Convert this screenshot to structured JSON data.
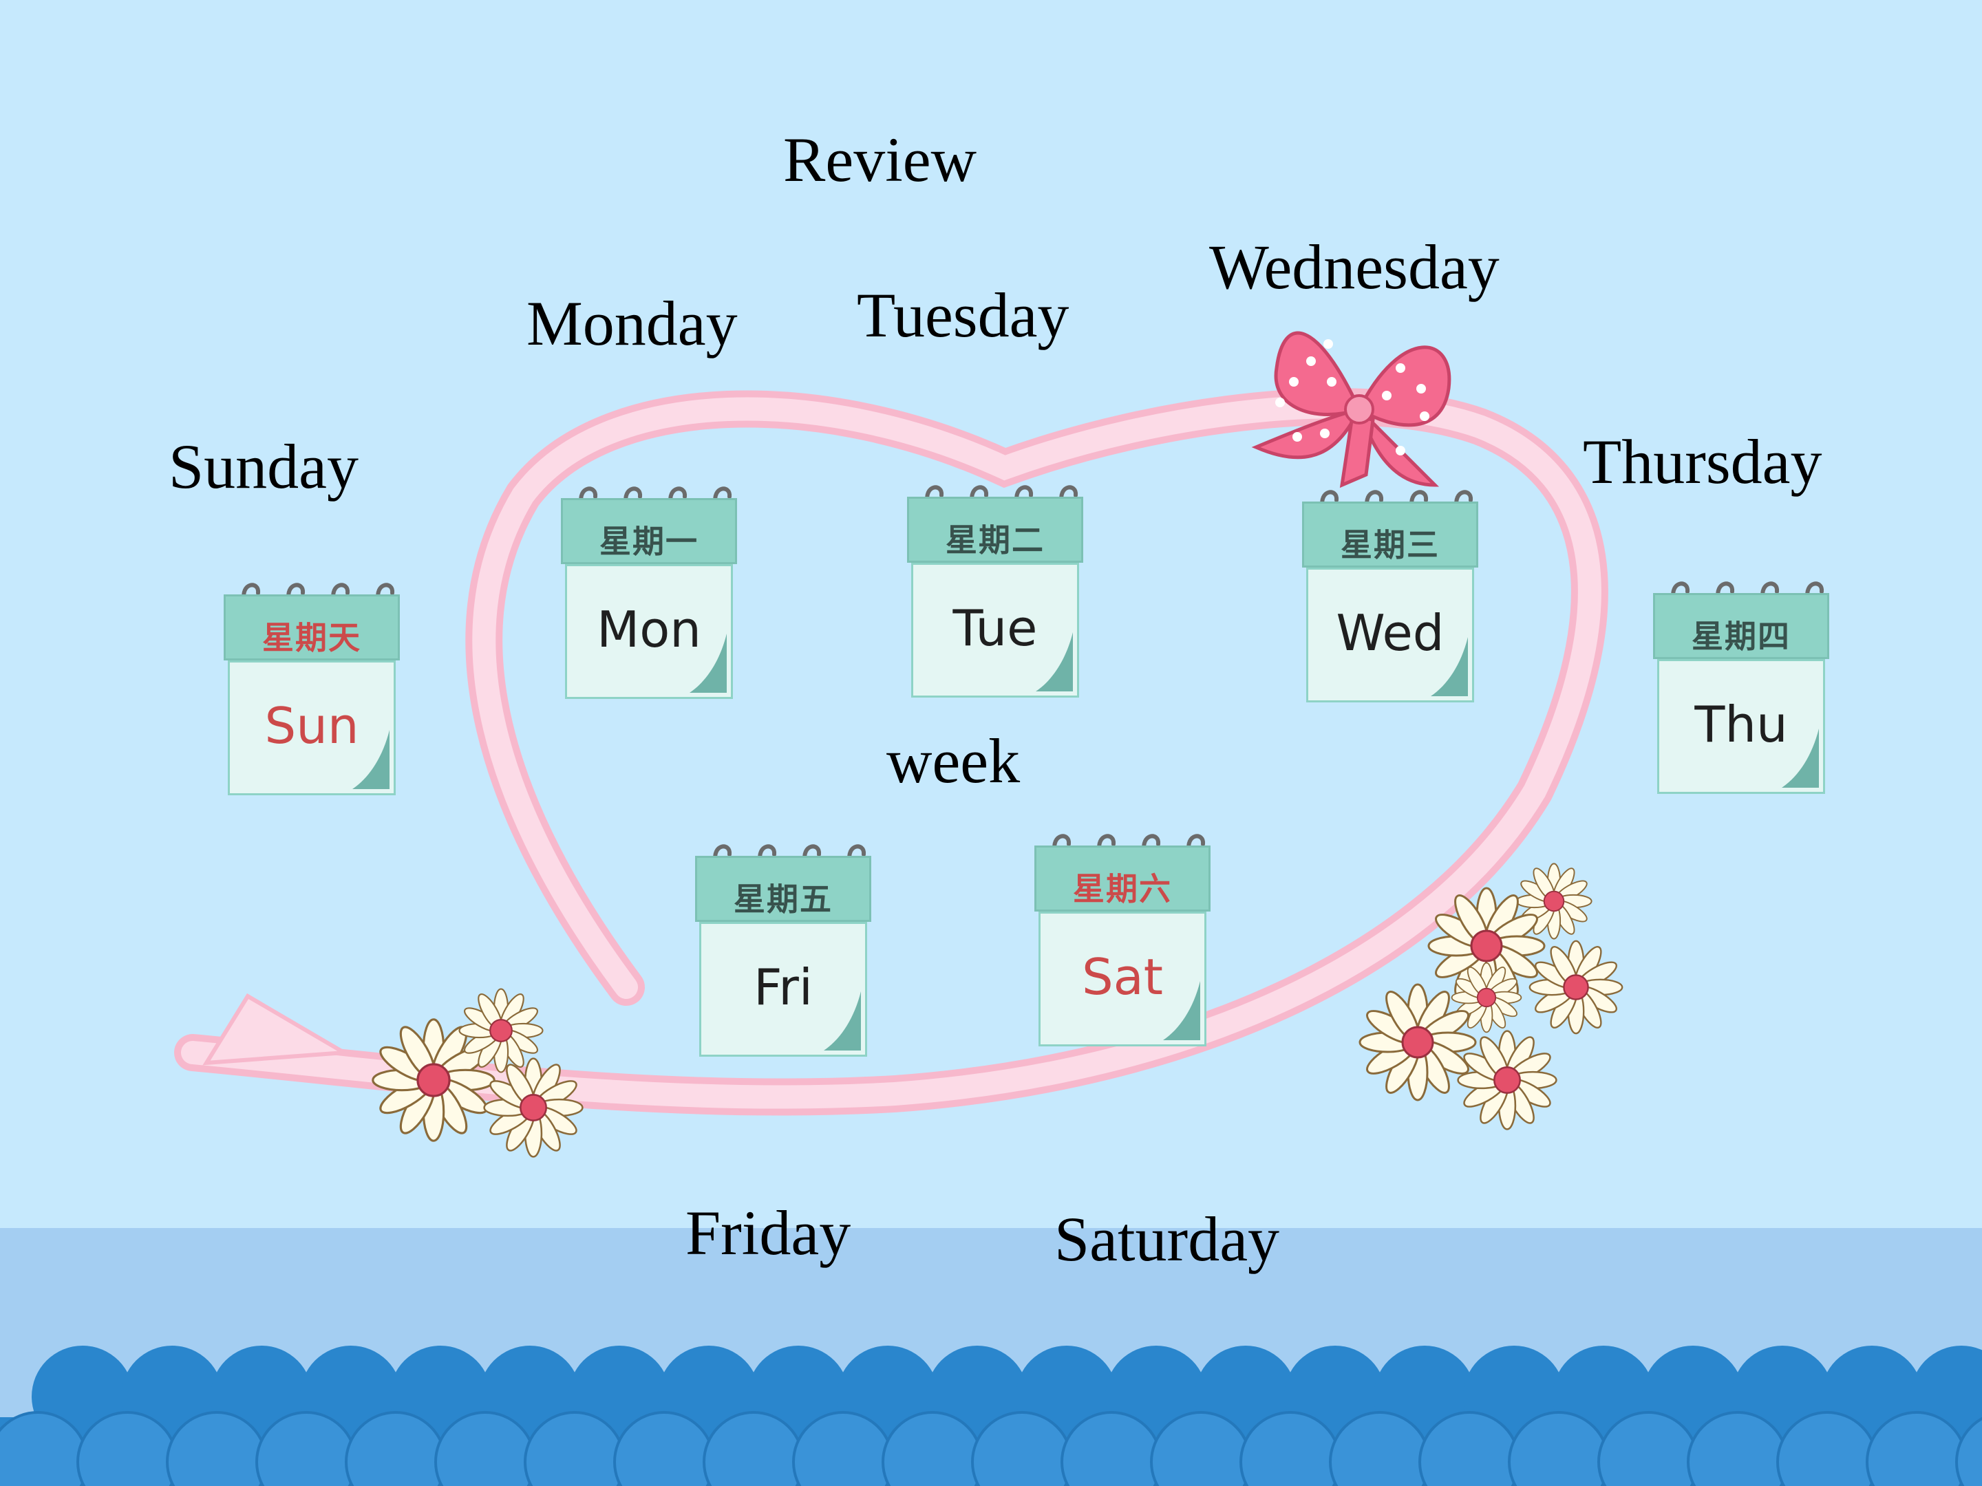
{
  "title": "Review",
  "center_word": "week",
  "day_words": {
    "sunday": "Sunday",
    "monday": "Monday",
    "tuesday": "Tuesday",
    "wednesday": "Wednesday",
    "thursday": "Thursday",
    "friday": "Friday",
    "saturday": "Saturday"
  },
  "calendars": {
    "sun": {
      "chinese": "星期天",
      "abbr": "Sun"
    },
    "mon": {
      "chinese": "星期一",
      "abbr": "Mon"
    },
    "tue": {
      "chinese": "星期二",
      "abbr": "Tue"
    },
    "wed": {
      "chinese": "星期三",
      "abbr": "Wed"
    },
    "thu": {
      "chinese": "星期四",
      "abbr": "Thu"
    },
    "fri": {
      "chinese": "星期五",
      "abbr": "Fri"
    },
    "sat": {
      "chinese": "星期六",
      "abbr": "Sat"
    }
  },
  "colors": {
    "background": "#c6e9fd",
    "water": "#a4cef2",
    "waves": "#2a86cd",
    "ribbon": "#fbd3e2",
    "calendar_head": "#8ed3c6",
    "calendar_sheet": "#e4f6f3",
    "weekend_text": "#cc4a4a",
    "bow": "#f46a8f"
  },
  "icons": [
    "ribbon-heart",
    "bow-icon",
    "daisy-flower-icon",
    "calendar-icon",
    "wave-pattern"
  ]
}
